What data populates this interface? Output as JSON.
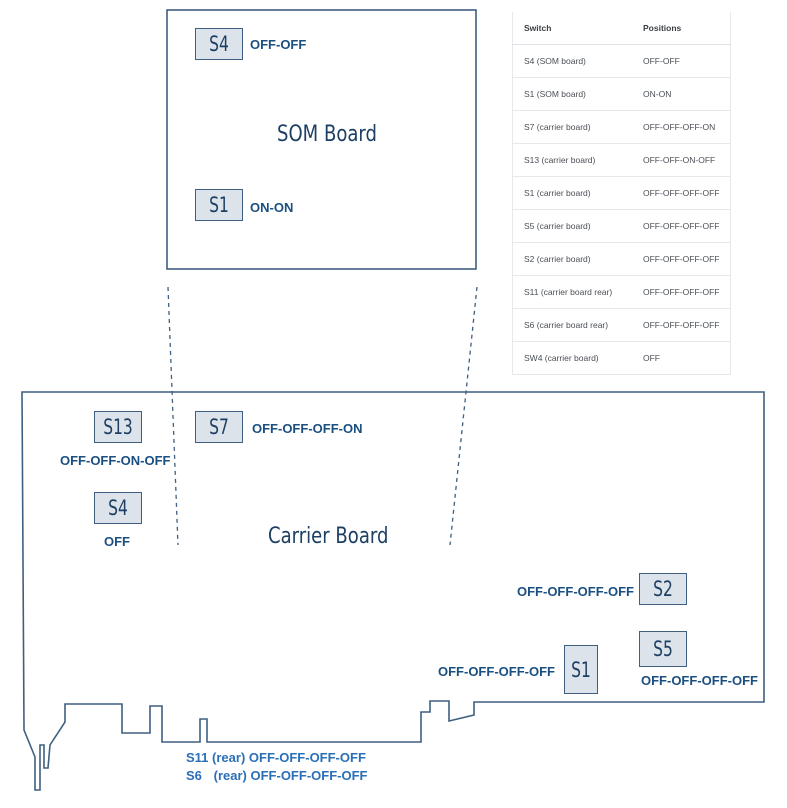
{
  "som_board": {
    "title": "SOM Board",
    "switches": [
      {
        "name": "S4",
        "setting": "OFF-OFF"
      },
      {
        "name": "S1",
        "setting": "ON-ON"
      }
    ]
  },
  "carrier_board": {
    "title": "Carrier Board",
    "switches": [
      {
        "name": "S13",
        "setting": "OFF-OFF-ON-OFF"
      },
      {
        "name": "S7",
        "setting": "OFF-OFF-OFF-ON"
      },
      {
        "name": "S4",
        "setting": "OFF"
      },
      {
        "name": "S2",
        "setting": "OFF-OFF-OFF-OFF"
      },
      {
        "name": "S5",
        "setting": "OFF-OFF-OFF-OFF"
      },
      {
        "name": "S1",
        "setting": "OFF-OFF-OFF-OFF"
      }
    ],
    "rear_switches": [
      {
        "name": "S11",
        "rear": "(rear)",
        "setting": "OFF-OFF-OFF-OFF"
      },
      {
        "name": "S6",
        "rear": "(rear)",
        "setting": "OFF-OFF-OFF-OFF"
      }
    ]
  },
  "table": {
    "headers": [
      "Switch",
      "Positions"
    ],
    "rows": [
      [
        "S4 (SOM board)",
        "OFF-OFF"
      ],
      [
        "S1 (SOM board)",
        "ON-ON"
      ],
      [
        "S7 (carrier board)",
        "OFF-OFF-OFF-ON"
      ],
      [
        "S13 (carrier board)",
        "OFF-OFF-ON-OFF"
      ],
      [
        "S1 (carrier board)",
        "OFF-OFF-OFF-OFF"
      ],
      [
        "S5 (carrier board)",
        "OFF-OFF-OFF-OFF"
      ],
      [
        "S2 (carrier board)",
        "OFF-OFF-OFF-OFF"
      ],
      [
        "S11 (carrier board rear)",
        "OFF-OFF-OFF-OFF"
      ],
      [
        "S6 (carrier board rear)",
        "OFF-OFF-OFF-OFF"
      ],
      [
        "SW4 (carrier board)",
        "OFF"
      ]
    ]
  },
  "colors": {
    "board_outline": "#3f5f80",
    "switch_fill": "#dce3ea",
    "label_text": "#1a4f82",
    "rear_text": "#2a6fb8"
  }
}
